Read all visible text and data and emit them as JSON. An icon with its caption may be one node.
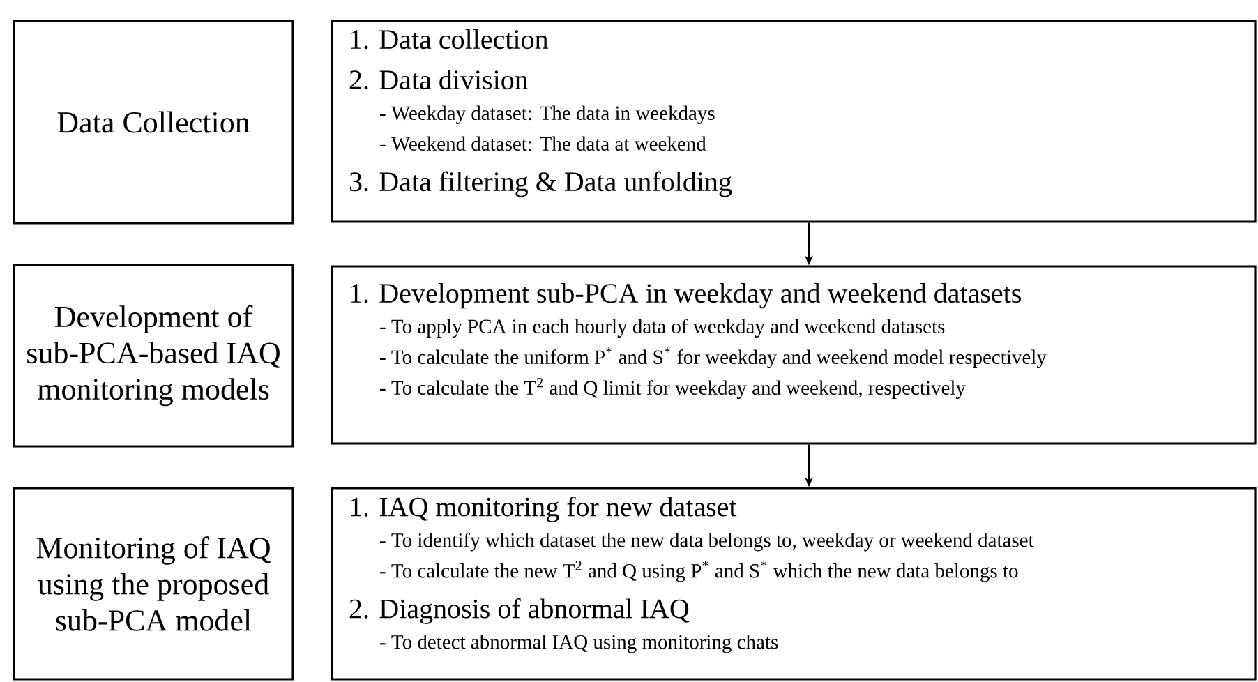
{
  "diagram": {
    "nodes": [
      {
        "text": [
          "Data Collection"
        ]
      },
      {
        "text": [
          "1. Data collection",
          "2. Data division",
          "- Weekday dataset: The data in weekdays",
          "- Weekend dataset: The data at weekend",
          "3. Data filtering & Data unfolding"
        ]
      },
      {
        "text": [
          "Development of sub-PCA-based IAQ monitoring models"
        ]
      },
      {
        "text": [
          "1. Development sub-PCA in weekday and weekend datasets",
          "- To apply PCA in each hourly data of weekday and weekend datasets",
          "- To calculate the uniform P$^{*}$ and S$^{*}$ for weekday and weekend model respectively",
          "- To calculate the T$^{2}$ and Q limit for weekday and weekend, respectively"
        ]
      },
      {
        "text": [
          "Monitoring of IAQ using the proposed sub-PCA model"
        ]
      },
      {
        "text": [
          "1. IAQ monitoring for new dataset",
          "- To identify which dataset the new data belongs to, weekday or weekend dataset",
          "- To calculate the new T$^{2}$ and Q using P$^{*}$ and S$^{*}$ which the new data belongs to",
          "2. Diagnosis of abnormal IAQ",
          "- To detect abnormal IAQ using monitoring chats"
        ]
      }
    ],
    "edges": [
      {
        "from": 1,
        "to": 3,
        "arrow": "to"
      },
      {
        "from": 3,
        "to": 5,
        "arrow": "to"
      }
    ]
  }
}
